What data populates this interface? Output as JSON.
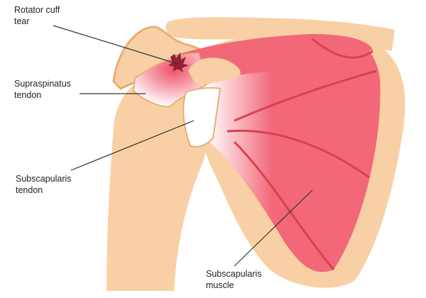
{
  "labels": {
    "rotator_cuff_tear": [
      "Rotator cuff",
      "tear"
    ],
    "supraspinatus_tendon": [
      "Supraspinatus",
      "tendon"
    ],
    "subscapularis_tendon": [
      "Subscapularis",
      "tendon"
    ],
    "subscapularis_muscle": [
      "Subscapularis",
      "muscle"
    ]
  },
  "colors": {
    "bone": "#F9D0A5",
    "bone_outline": "#E8AE74",
    "muscle": "#F26878",
    "muscle_line": "#D9404F",
    "tear": "#8E2233",
    "leader_line": "#333333"
  }
}
